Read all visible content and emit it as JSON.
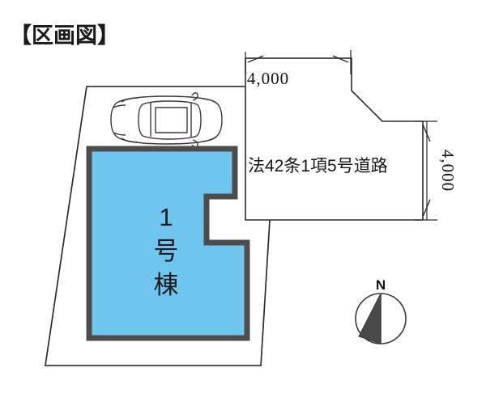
{
  "document": {
    "title": "【区画図】",
    "kind": "plot-plan"
  },
  "road": {
    "label": "法42条1項5号道路",
    "dimensions": {
      "top": "4,000",
      "right": "4,000"
    }
  },
  "building": {
    "label_chars": [
      "1",
      "号",
      "棟"
    ],
    "label": "1号棟",
    "fill_color": "#6FC5F0",
    "outline_color": "#4d4d4d"
  },
  "parking": {
    "icon": "car-top-view"
  },
  "compass": {
    "label": "N",
    "icon": "compass-rose"
  },
  "colors": {
    "ink": "#1a1a1a",
    "building_fill": "#6FC5F0",
    "paper": "#ffffff"
  }
}
